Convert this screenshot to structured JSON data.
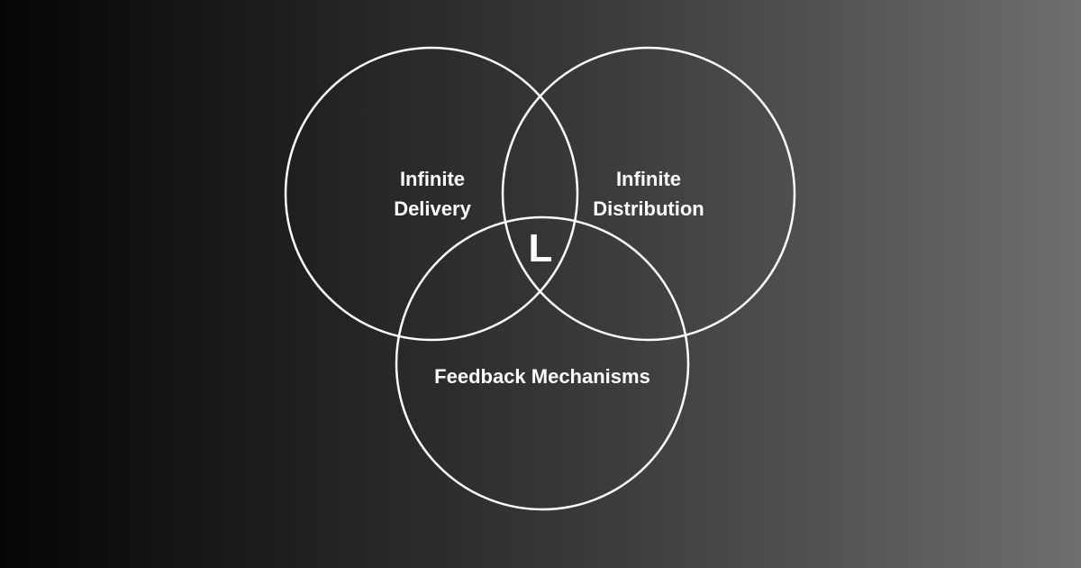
{
  "diagram": {
    "circles": [
      {
        "id": "infinite-delivery",
        "label_lines": [
          "Infinite",
          "Delivery"
        ]
      },
      {
        "id": "infinite-distribution",
        "label_lines": [
          "Infinite",
          "Distribution"
        ]
      },
      {
        "id": "feedback-mechanisms",
        "label_lines": [
          "Feedback Mechanisms"
        ]
      }
    ],
    "center_label": "L",
    "colors": {
      "stroke": "#ffffff",
      "text": "#ffffff",
      "background_start": "#050505",
      "background_end": "#6e6e6e"
    }
  }
}
